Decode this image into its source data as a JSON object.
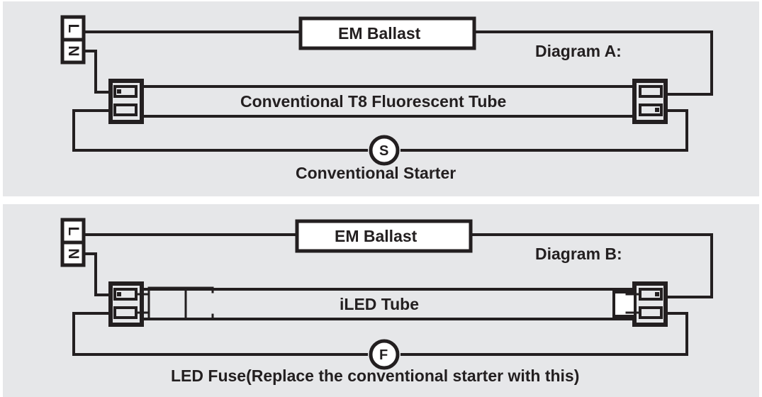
{
  "page": {
    "background": "#ffffff",
    "panel_background": "#e6e7e9",
    "line_color": "#231f20"
  },
  "diagram_a": {
    "title": "Diagram A:",
    "mains": {
      "live_label": "L",
      "neutral_label": "N"
    },
    "ballast_label": "EM Ballast",
    "tube_label": "Conventional T8 Fluorescent Tube",
    "starter_symbol": "S",
    "starter_caption": "Conventional Starter"
  },
  "diagram_b": {
    "title": "Diagram B:",
    "mains": {
      "live_label": "L",
      "neutral_label": "N"
    },
    "ballast_label": "EM Ballast",
    "tube_label": "iLED Tube",
    "fuse_symbol": "F",
    "fuse_caption": "LED Fuse(Replace the conventional starter with this)"
  }
}
